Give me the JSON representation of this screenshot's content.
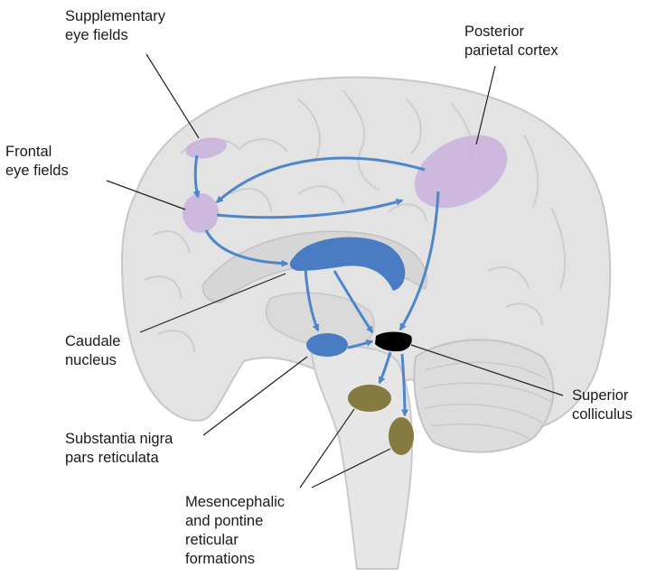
{
  "labels": {
    "supplementary_eye_fields": "Supplementary\neye fields",
    "posterior_parietal_cortex": "Posterior\nparietal cortex",
    "frontal_eye_fields": "Frontal\neye fields",
    "caudate_nucleus": "Caudale\nnucleus",
    "superior_colliculus": "Superior\ncolliculus",
    "substantia_nigra": "Substantia nigra\npars reticulata",
    "reticular_formations": "Mesencephalic\nand pontine\nreticular\nformations"
  },
  "colors": {
    "cortical_areas": "#c9b4dc",
    "pathway_arrows": "#4e86c9",
    "basal_ganglia": "#4a7cc4",
    "superior_colliculus": "#000000",
    "reticular_formations": "#857a40",
    "brain_tissue": "#e2e2e2"
  }
}
